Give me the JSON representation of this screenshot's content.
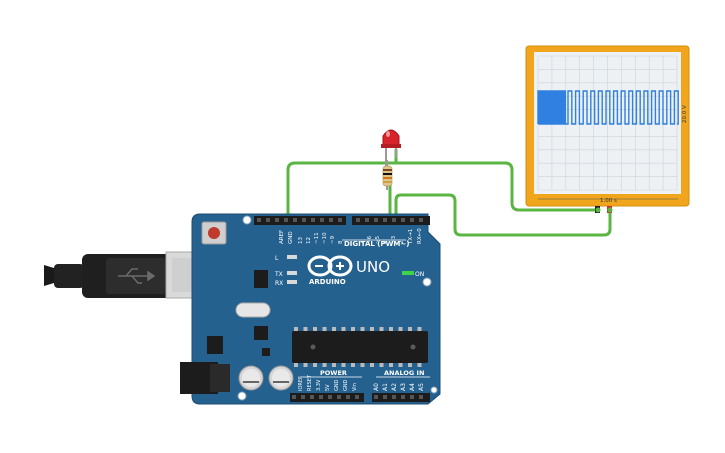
{
  "board": {
    "logo": "UNO",
    "brand": "ARDUINO",
    "digital_header": "DIGITAL (PWM~)",
    "power_header": "POWER",
    "analog_header": "ANALOG IN",
    "on_label": "ON",
    "l_label": "L",
    "tx_label": "TX",
    "rx_label": "RX",
    "pins_top": [
      "AREF",
      "GND",
      "13",
      "12",
      "~11",
      "~10",
      "~9",
      "8",
      "7",
      "~6",
      "~5",
      "4",
      "~3",
      "2",
      "TX→1",
      "RX←0"
    ],
    "pins_power": [
      "IOREF",
      "RESET",
      "3.3V",
      "5V",
      "GND",
      "GND",
      "Vin"
    ],
    "pins_analog": [
      "A0",
      "A1",
      "A2",
      "A3",
      "A4",
      "A5"
    ]
  },
  "oscilloscope": {
    "voltage_label": "20.0 V",
    "time_label": "1.00 s",
    "frame_color": "#f0a51c",
    "trace_color": "#2f80e0",
    "pulse_widths": [
      0.2,
      0.2,
      0.2,
      0.2,
      0.2,
      0.2,
      0.2,
      0.2,
      0.2,
      0.2,
      0.2,
      0.2,
      0.2,
      0.2,
      0.2,
      0.2,
      0.2,
      0.2,
      0.2,
      0.2,
      0.2,
      0.2,
      0.2,
      0.2,
      0.2,
      0.2,
      0.2,
      0.2,
      0.2,
      0.2,
      0.2,
      0.2,
      0.2,
      0.2,
      0.2,
      0.2,
      0.2,
      0.2,
      0.2,
      0.2,
      0.2,
      0.2,
      0.2,
      0.2,
      0.2,
      0.2,
      0.2,
      0.2,
      0.2,
      0.2
    ]
  },
  "components": {
    "led_color": "#d9232a",
    "wire_color": "#5bb543",
    "board_color": "#24618f"
  }
}
